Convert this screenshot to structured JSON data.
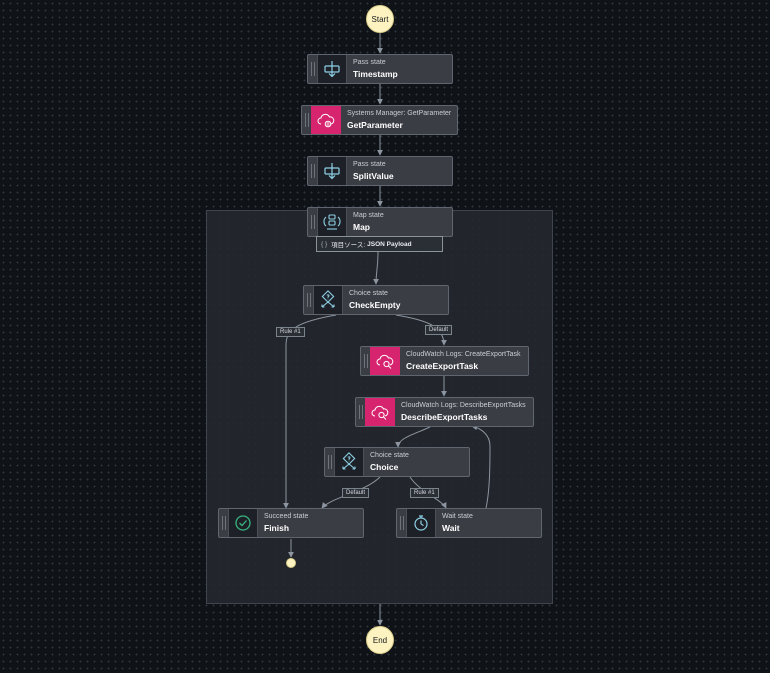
{
  "start": {
    "label": "Start"
  },
  "end": {
    "label": "End"
  },
  "states": {
    "timestamp": {
      "type": "Pass state",
      "name": "Timestamp"
    },
    "get_parameter": {
      "type": "Systems Manager: GetParameter",
      "name": "GetParameter"
    },
    "split_value": {
      "type": "Pass state",
      "name": "SplitValue"
    },
    "map": {
      "type": "Map state",
      "name": "Map"
    },
    "check_empty": {
      "type": "Choice state",
      "name": "CheckEmpty"
    },
    "create_export_task": {
      "type": "CloudWatch Logs: CreateExportTask",
      "name": "CreateExportTask"
    },
    "describe_export_tasks": {
      "type": "CloudWatch Logs: DescribeExportTasks",
      "name": "DescribeExportTasks"
    },
    "choice": {
      "type": "Choice state",
      "name": "Choice"
    },
    "finish": {
      "type": "Succeed state",
      "name": "Finish"
    },
    "wait": {
      "type": "Wait state",
      "name": "Wait"
    }
  },
  "item_source": {
    "prefix": "項目ソース:",
    "value": "JSON Payload"
  },
  "edge_labels": {
    "check_rule1": "Rule #1",
    "check_default": "Default",
    "choice_default": "Default",
    "choice_rule1": "Rule #1"
  },
  "colors": {
    "background": "#0f1217",
    "node_fill": "#3a3d44",
    "service_icon": "#d6246e",
    "terminal": "#fdf3c0",
    "edge": "#8d95a0",
    "icon_line": "#8fd0e6",
    "succeed": "#36b37e"
  },
  "icons": {
    "pass": "pass-icon",
    "service": "cloud-search-icon",
    "map": "map-icon",
    "choice": "choice-icon",
    "succeed": "check-circle-icon",
    "wait": "stopwatch-icon"
  }
}
